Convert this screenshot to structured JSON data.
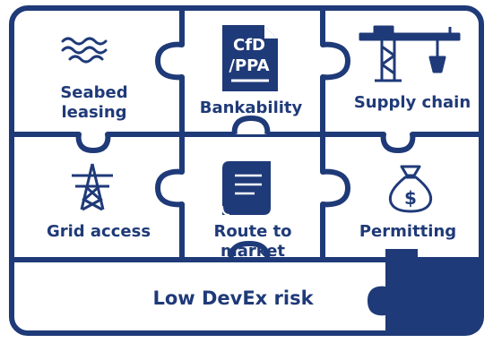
{
  "colors": {
    "navy": "#1f3a78",
    "background": "#ffffff"
  },
  "pieces": [
    {
      "id": "seabed",
      "label": "Seabed\nleasing",
      "icon": "waves-icon"
    },
    {
      "id": "bank",
      "label": "Bankability",
      "icon": "cfd-ppa-document-icon"
    },
    {
      "id": "supply",
      "label": "Supply chain",
      "icon": "crane-icon"
    },
    {
      "id": "grid",
      "label": "Grid access",
      "icon": "pylon-icon"
    },
    {
      "id": "route",
      "label": "Route to\nmarket",
      "icon": "scroll-icon"
    },
    {
      "id": "permit",
      "label": "Permitting",
      "icon": "money-bag-icon"
    }
  ],
  "document_badge": {
    "line1": "CfD",
    "line2": "/PPA"
  },
  "bottom_bar": {
    "label": "Low DevEx risk"
  }
}
